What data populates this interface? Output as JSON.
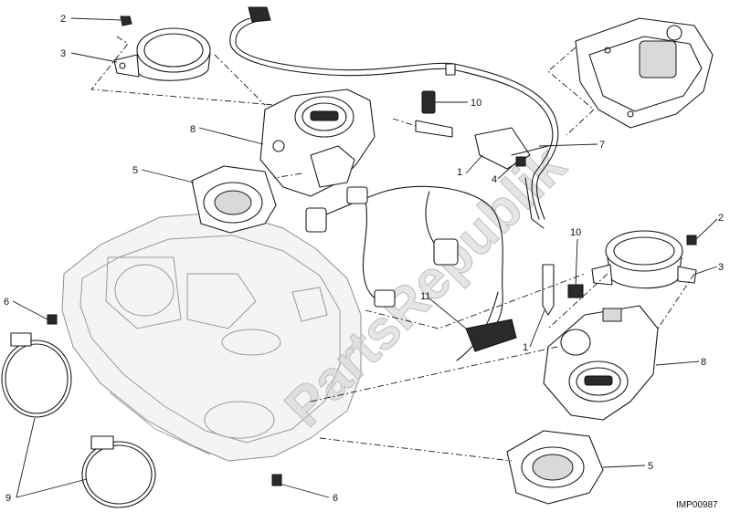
{
  "callouts": {
    "c1a": "1",
    "c1b": "1",
    "c2a": "2",
    "c2b": "2",
    "c3a": "3",
    "c3b": "3",
    "c4": "4",
    "c5a": "5",
    "c5b": "5",
    "c6a": "6",
    "c6b": "6",
    "c7": "7",
    "c8a": "8",
    "c8b": "8",
    "c9": "9",
    "c10a": "10",
    "c10b": "10",
    "c11": "11"
  },
  "watermark": "PartsRepublik",
  "diagram_code": "IMP00987"
}
